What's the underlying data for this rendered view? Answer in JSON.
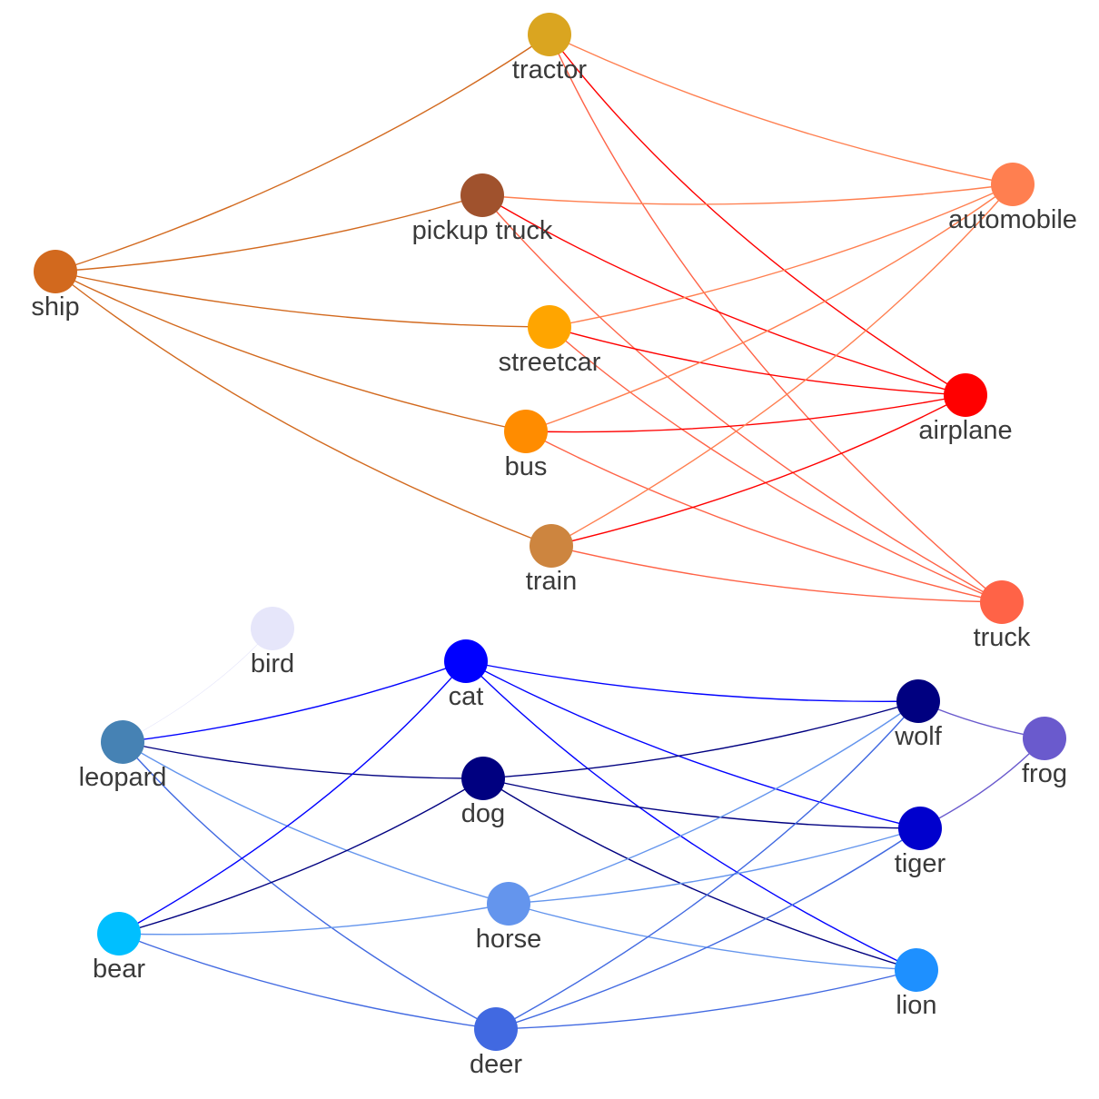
{
  "nodes": [
    {
      "id": "tractor",
      "label": "tractor",
      "color": "#DAA520"
    },
    {
      "id": "pickup_truck",
      "label": "pickup truck",
      "color": "#A0522D"
    },
    {
      "id": "automobile",
      "label": "automobile",
      "color": "#FF7F50"
    },
    {
      "id": "ship",
      "label": "ship",
      "color": "#D2691E"
    },
    {
      "id": "streetcar",
      "label": "streetcar",
      "color": "#FFA500"
    },
    {
      "id": "airplane",
      "label": "airplane",
      "color": "#FF0000"
    },
    {
      "id": "bus",
      "label": "bus",
      "color": "#FF8C00"
    },
    {
      "id": "train",
      "label": "train",
      "color": "#CD853F"
    },
    {
      "id": "truck",
      "label": "truck",
      "color": "#FF6347"
    },
    {
      "id": "bird",
      "label": "bird",
      "color": "#E6E6FA"
    },
    {
      "id": "cat",
      "label": "cat",
      "color": "#0000FF"
    },
    {
      "id": "wolf",
      "label": "wolf",
      "color": "#000080"
    },
    {
      "id": "frog",
      "label": "frog",
      "color": "#6A5ACD"
    },
    {
      "id": "leopard",
      "label": "leopard",
      "color": "#4682B4"
    },
    {
      "id": "dog",
      "label": "dog",
      "color": "#000080"
    },
    {
      "id": "tiger",
      "label": "tiger",
      "color": "#0000CD"
    },
    {
      "id": "horse",
      "label": "horse",
      "color": "#6495ED"
    },
    {
      "id": "bear",
      "label": "bear",
      "color": "#00BFFF"
    },
    {
      "id": "lion",
      "label": "lion",
      "color": "#1E90FF"
    },
    {
      "id": "deer",
      "label": "deer",
      "color": "#4169E1"
    }
  ],
  "edges": [
    {
      "source": "ship",
      "target": "tractor",
      "color": "#D2691E"
    },
    {
      "source": "ship",
      "target": "pickup_truck",
      "color": "#D2691E"
    },
    {
      "source": "ship",
      "target": "streetcar",
      "color": "#D2691E"
    },
    {
      "source": "ship",
      "target": "bus",
      "color": "#D2691E"
    },
    {
      "source": "ship",
      "target": "train",
      "color": "#D2691E"
    },
    {
      "source": "tractor",
      "target": "automobile",
      "color": "#FF7F50"
    },
    {
      "source": "tractor",
      "target": "airplane",
      "color": "#FF0000"
    },
    {
      "source": "tractor",
      "target": "truck",
      "color": "#FF6347"
    },
    {
      "source": "pickup_truck",
      "target": "automobile",
      "color": "#FF7F50"
    },
    {
      "source": "pickup_truck",
      "target": "airplane",
      "color": "#FF0000"
    },
    {
      "source": "pickup_truck",
      "target": "truck",
      "color": "#FF6347"
    },
    {
      "source": "streetcar",
      "target": "automobile",
      "color": "#FF7F50"
    },
    {
      "source": "streetcar",
      "target": "airplane",
      "color": "#FF0000"
    },
    {
      "source": "streetcar",
      "target": "truck",
      "color": "#FF6347"
    },
    {
      "source": "bus",
      "target": "automobile",
      "color": "#FF7F50"
    },
    {
      "source": "bus",
      "target": "airplane",
      "color": "#FF0000"
    },
    {
      "source": "bus",
      "target": "truck",
      "color": "#FF6347"
    },
    {
      "source": "train",
      "target": "automobile",
      "color": "#FF7F50"
    },
    {
      "source": "train",
      "target": "airplane",
      "color": "#FF0000"
    },
    {
      "source": "train",
      "target": "truck",
      "color": "#FF6347"
    },
    {
      "source": "leopard",
      "target": "bird",
      "color": "#E6E6FA"
    },
    {
      "source": "leopard",
      "target": "cat",
      "color": "#0000FF"
    },
    {
      "source": "leopard",
      "target": "dog",
      "color": "#000080"
    },
    {
      "source": "leopard",
      "target": "horse",
      "color": "#6495ED"
    },
    {
      "source": "leopard",
      "target": "deer",
      "color": "#4169E1"
    },
    {
      "source": "bear",
      "target": "cat",
      "color": "#0000FF"
    },
    {
      "source": "bear",
      "target": "dog",
      "color": "#000080"
    },
    {
      "source": "bear",
      "target": "horse",
      "color": "#6495ED"
    },
    {
      "source": "bear",
      "target": "deer",
      "color": "#4169E1"
    },
    {
      "source": "cat",
      "target": "wolf",
      "color": "#0000FF"
    },
    {
      "source": "cat",
      "target": "tiger",
      "color": "#0000FF"
    },
    {
      "source": "cat",
      "target": "lion",
      "color": "#0000FF"
    },
    {
      "source": "dog",
      "target": "wolf",
      "color": "#000080"
    },
    {
      "source": "dog",
      "target": "tiger",
      "color": "#000080"
    },
    {
      "source": "dog",
      "target": "lion",
      "color": "#000080"
    },
    {
      "source": "horse",
      "target": "wolf",
      "color": "#6495ED"
    },
    {
      "source": "horse",
      "target": "tiger",
      "color": "#6495ED"
    },
    {
      "source": "horse",
      "target": "lion",
      "color": "#6495ED"
    },
    {
      "source": "deer",
      "target": "wolf",
      "color": "#4169E1"
    },
    {
      "source": "deer",
      "target": "tiger",
      "color": "#4169E1"
    },
    {
      "source": "deer",
      "target": "lion",
      "color": "#4169E1"
    },
    {
      "source": "wolf",
      "target": "frog",
      "color": "#6A5ACD"
    },
    {
      "source": "tiger",
      "target": "frog",
      "color": "#6A5ACD"
    }
  ]
}
